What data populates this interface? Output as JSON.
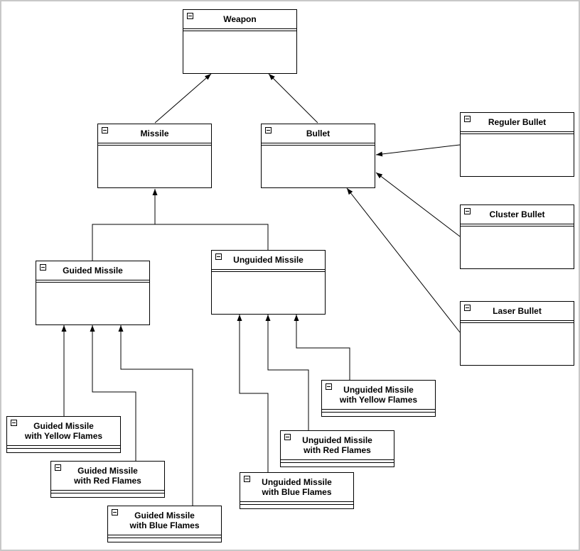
{
  "diagram": {
    "classes": {
      "weapon": "Weapon",
      "missile": "Missile",
      "bullet": "Bullet",
      "reguler_bullet": "Reguler Bullet",
      "cluster_bullet": "Cluster Bullet",
      "laser_bullet": "Laser Bullet",
      "guided_missile": "Guided Missile",
      "unguided_missile": "Unguided Missile",
      "guided_yellow": "Guided Missile\nwith Yellow Flames",
      "guided_red": "Guided Missile\nwith Red Flames",
      "guided_blue": "Guided Missile\nwith Blue Flames",
      "unguided_yellow": "Unguided Missile\nwith Yellow Flames",
      "unguided_red": "Unguided Missile\nwith Red Flames",
      "unguided_blue": "Unguided Missile\nwith Blue Flames"
    },
    "relations": [
      {
        "from": "Missile",
        "to": "Weapon",
        "type": "inheritance"
      },
      {
        "from": "Bullet",
        "to": "Weapon",
        "type": "inheritance"
      },
      {
        "from": "Reguler Bullet",
        "to": "Bullet",
        "type": "inheritance"
      },
      {
        "from": "Cluster Bullet",
        "to": "Bullet",
        "type": "inheritance"
      },
      {
        "from": "Laser Bullet",
        "to": "Bullet",
        "type": "inheritance"
      },
      {
        "from": "Guided Missile",
        "to": "Missile",
        "type": "inheritance"
      },
      {
        "from": "Unguided Missile",
        "to": "Missile",
        "type": "inheritance"
      },
      {
        "from": "Guided Missile with Yellow Flames",
        "to": "Guided Missile",
        "type": "inheritance"
      },
      {
        "from": "Guided Missile with Red Flames",
        "to": "Guided Missile",
        "type": "inheritance"
      },
      {
        "from": "Guided Missile with Blue Flames",
        "to": "Guided Missile",
        "type": "inheritance"
      },
      {
        "from": "Unguided Missile with Yellow Flames",
        "to": "Unguided Missile",
        "type": "inheritance"
      },
      {
        "from": "Unguided Missile with Red Flames",
        "to": "Unguided Missile",
        "type": "inheritance"
      },
      {
        "from": "Unguided Missile with Blue Flames",
        "to": "Unguided Missile",
        "type": "inheritance"
      }
    ]
  }
}
